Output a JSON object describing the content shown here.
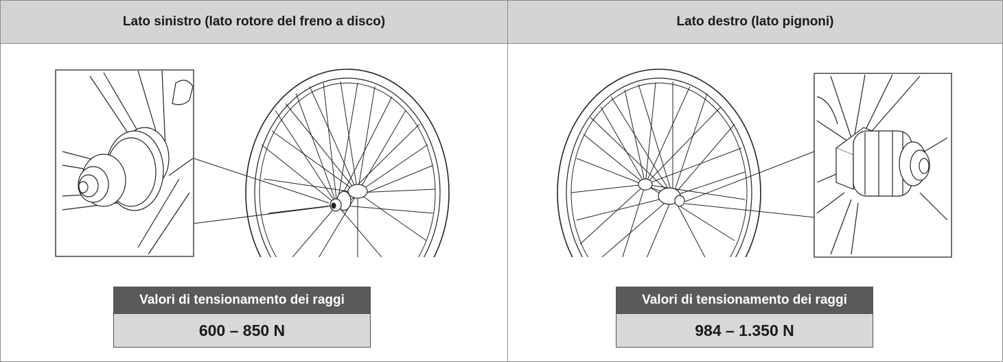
{
  "columns": [
    {
      "header": "Lato sinistro (lato rotore del freno a disco)",
      "spec_title": "Valori di tensionamento dei raggi",
      "spec_value": "600 – 850 N"
    },
    {
      "header": "Lato destro (lato pignoni)",
      "spec_title": "Valori di tensionamento dei raggi",
      "spec_value": "984 – 1.350 N"
    }
  ],
  "colors": {
    "header_bg": "#d4d4d4",
    "spec_title_bg": "#5a5a5a",
    "spec_value_bg": "#d8d8d8",
    "line": "#222222"
  },
  "icons": [
    "rear-wheel-left-illustration",
    "disc-brake-hub-detail",
    "rear-wheel-right-illustration",
    "freehub-body-detail"
  ]
}
